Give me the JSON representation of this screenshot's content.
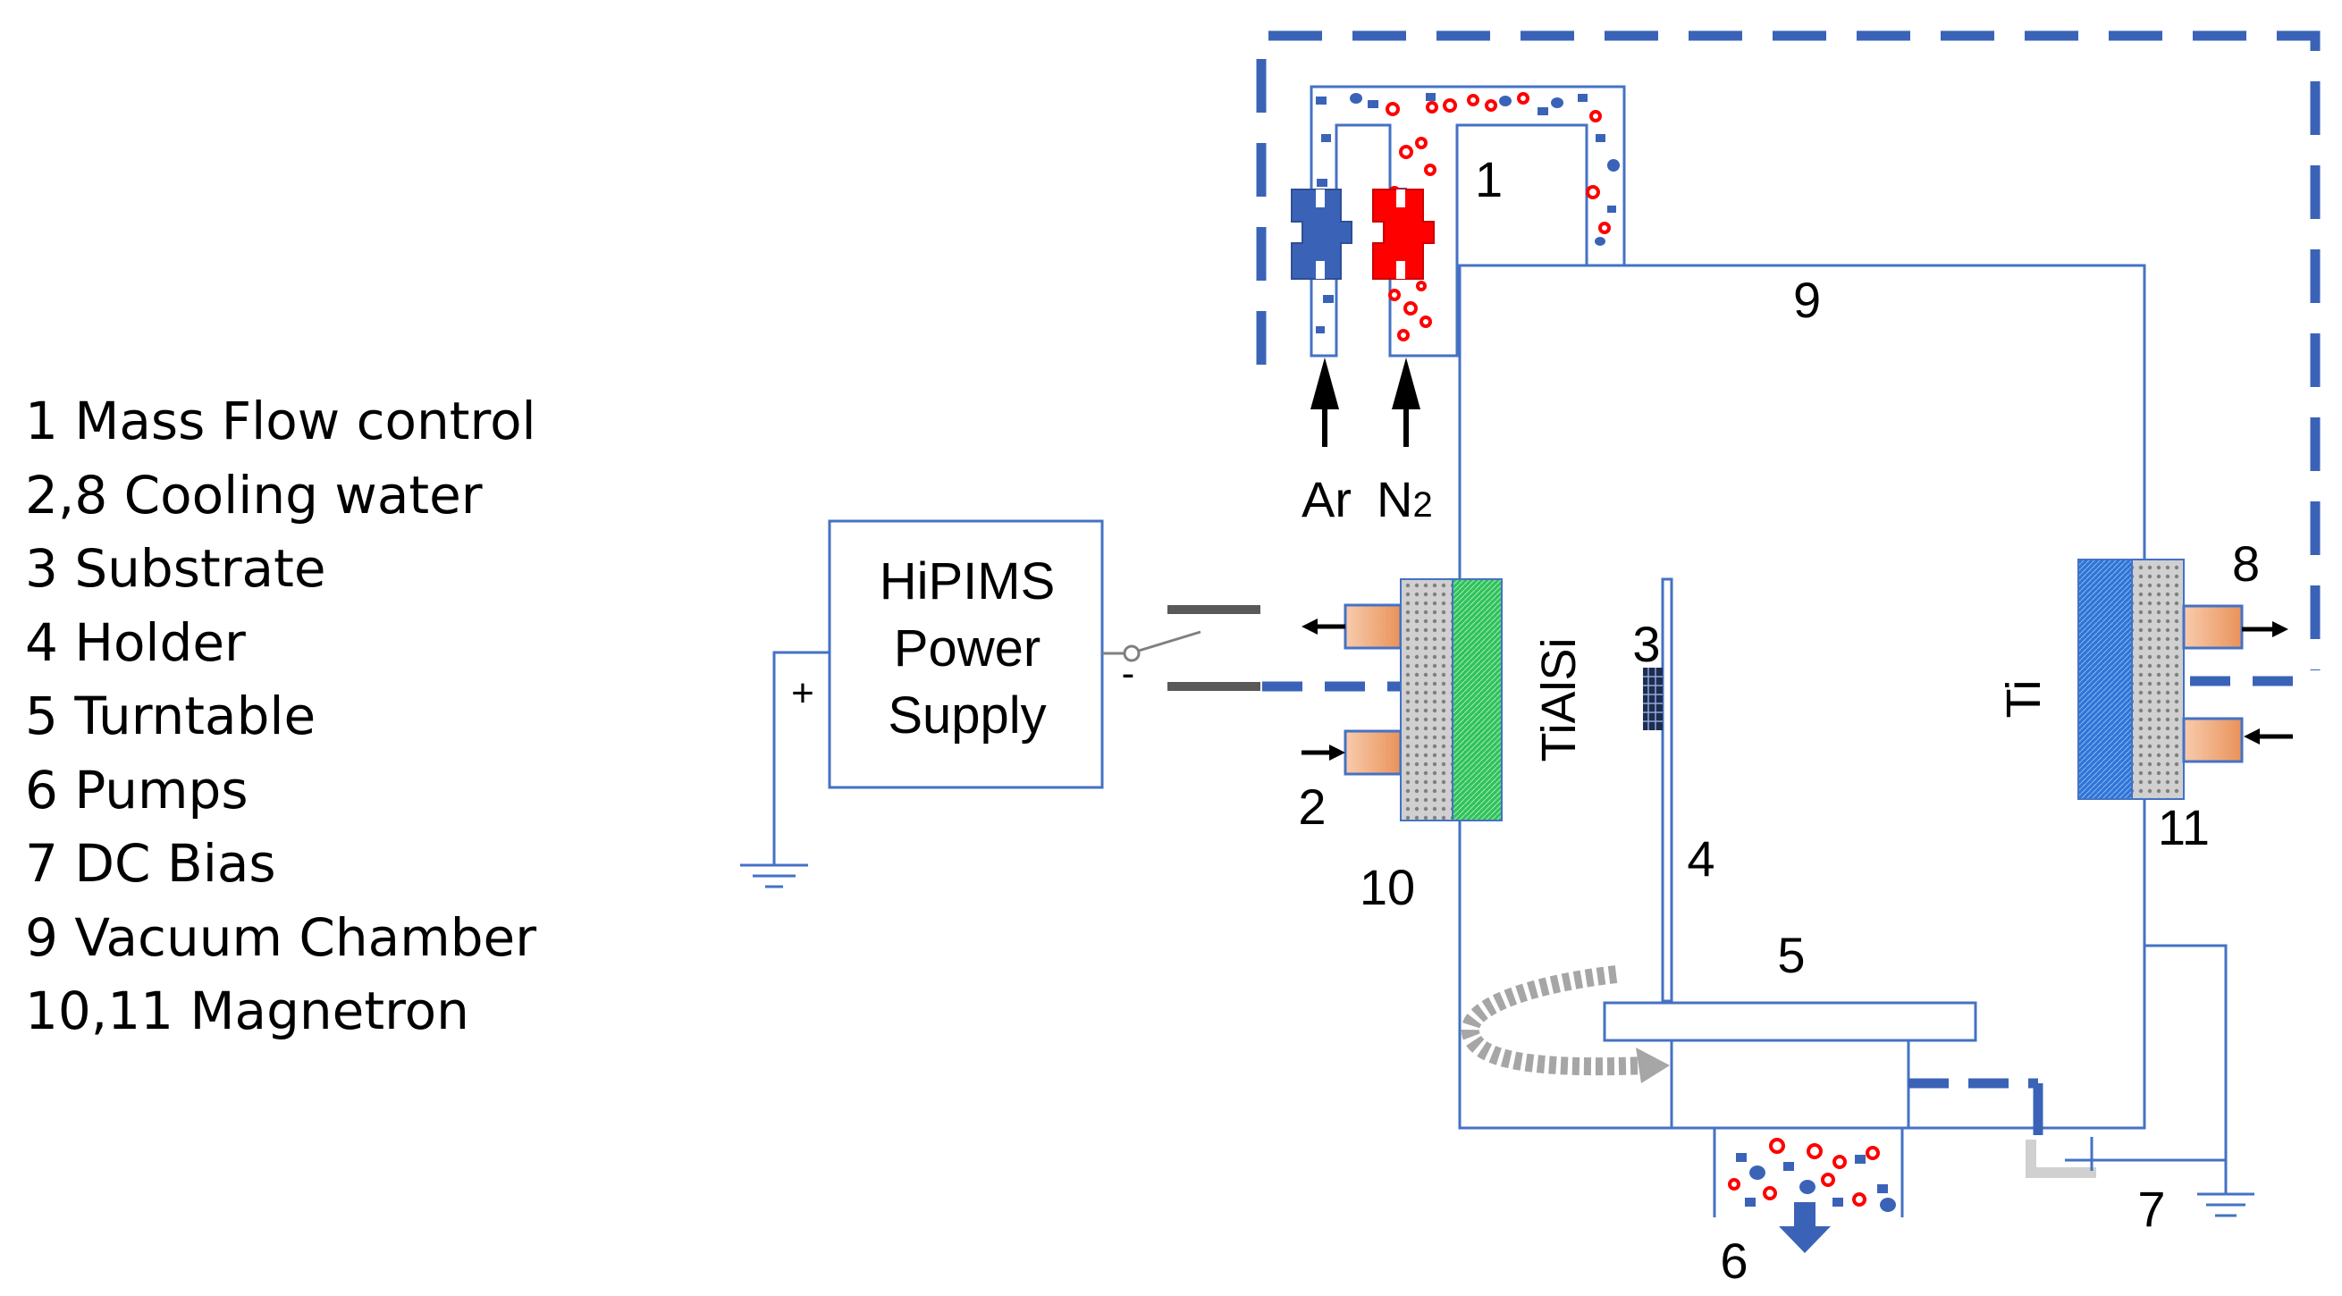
{
  "legend": {
    "items": [
      "1 Mass Flow control",
      "2,8 Cooling water",
      "3 Substrate",
      "4 Holder",
      "5 Turntable",
      "6 Pumps",
      "7 DC Bias",
      "9 Vacuum Chamber",
      "10,11 Magnetron"
    ]
  },
  "power_supply": {
    "line1": "HiPIMS",
    "line2": "Power",
    "line3": "Supply",
    "plus": "+",
    "minus": "-"
  },
  "gases": {
    "ar": "Ar",
    "n2_main": "N",
    "n2_sub": "2"
  },
  "targets": {
    "left": "TiAlSi",
    "right": "Ti"
  },
  "numbers": {
    "n1": "1",
    "n2": "2",
    "n3": "3",
    "n4": "4",
    "n5": "5",
    "n6": "6",
    "n7": "7",
    "n8": "8",
    "n9": "9",
    "n10": "10",
    "n11": "11"
  },
  "colors": {
    "line": "#4472c4",
    "dash": "#3a63b8",
    "argon_valve": "#3a63b8",
    "nitrogen_valve": "#ff0000",
    "target_left": "#2fc25b",
    "target_right": "#2e75d6",
    "magnet": "#bfbfbf",
    "cooling": "#f4b183",
    "particle_blue": "#3a63b8",
    "particle_red": "#ff0000"
  }
}
